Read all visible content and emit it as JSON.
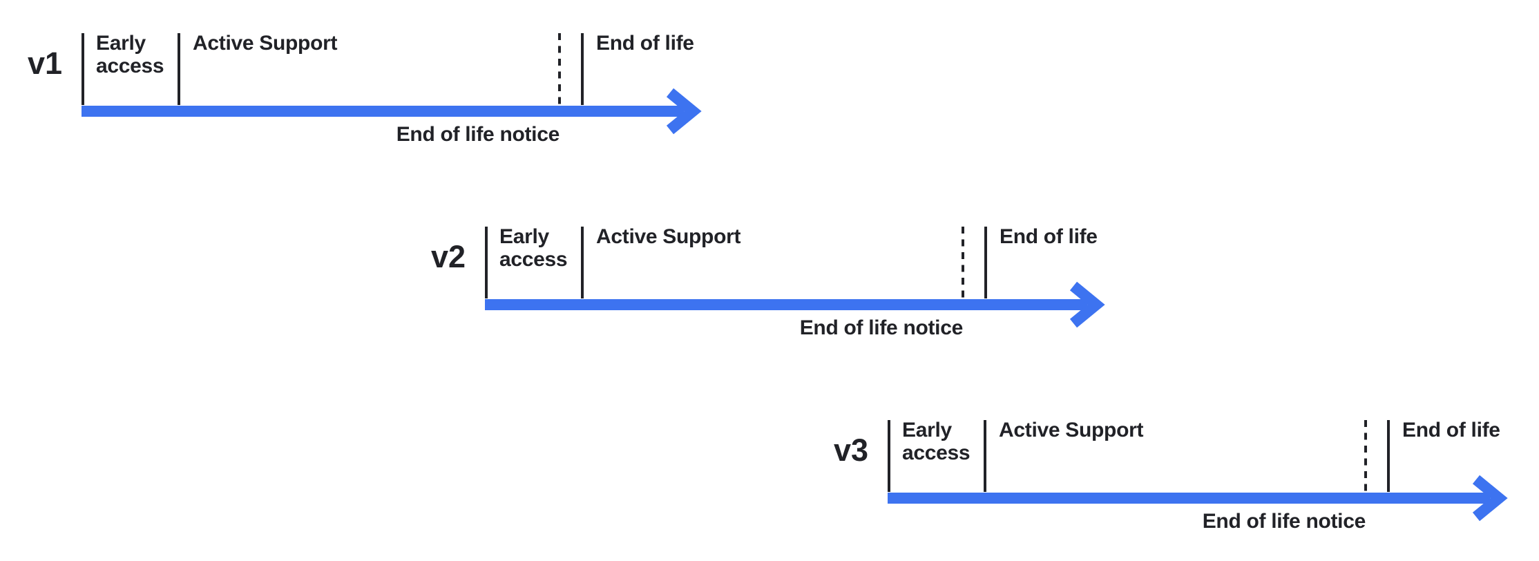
{
  "colors": {
    "arrow": "#3D73F0",
    "ink": "#212227",
    "background": "#FFFFFF"
  },
  "timelines": [
    {
      "version": "v1",
      "labels": {
        "early_access": "Early access",
        "active_support": "Active Support",
        "end_of_life": "End of life",
        "end_of_life_notice": "End of life notice"
      }
    },
    {
      "version": "v2",
      "labels": {
        "early_access": "Early access",
        "active_support": "Active Support",
        "end_of_life": "End of life",
        "end_of_life_notice": "End of life notice"
      }
    },
    {
      "version": "v3",
      "labels": {
        "early_access": "Early access",
        "active_support": "Active Support",
        "end_of_life": "End of life",
        "end_of_life_notice": "End of life notice"
      }
    }
  ]
}
